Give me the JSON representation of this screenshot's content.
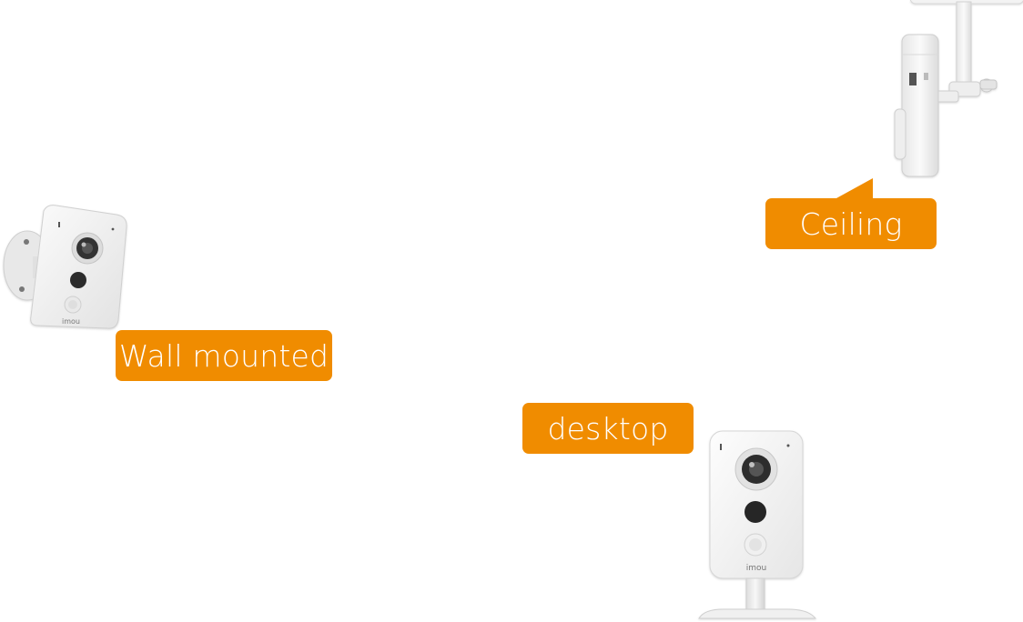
{
  "labels": {
    "ceiling": "Ceiling",
    "wall": "Wall mounted",
    "desktop": "desktop"
  },
  "brand": {
    "logo_text": "imou"
  },
  "colors": {
    "bubble": "#f08c00",
    "bubble_text": "#ffffff",
    "camera_body": "#f4f4f4",
    "background": "#ffffff"
  }
}
